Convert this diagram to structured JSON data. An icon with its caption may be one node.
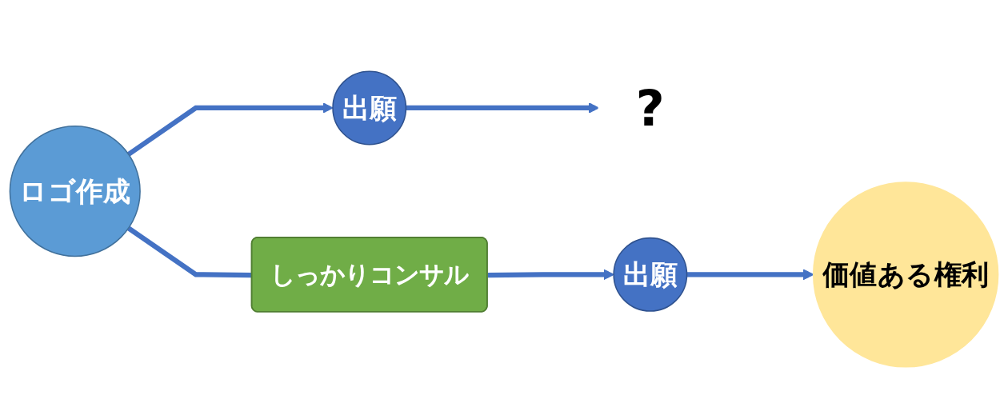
{
  "diagram": {
    "nodes": [
      {
        "text": [
          "ロゴ作成"
        ]
      },
      {
        "text": [
          "出願"
        ]
      },
      {
        "text": [
          "?"
        ]
      },
      {
        "text": [
          "しっかりコンサル"
        ]
      },
      {
        "text": [
          "出願"
        ]
      },
      {
        "text": [
          "価値ある権利"
        ]
      }
    ],
    "edges": [
      {
        "from": 0,
        "to": 1,
        "arrow": "to"
      },
      {
        "from": 1,
        "to": 2,
        "arrow": "to"
      },
      {
        "from": 0,
        "to": 3,
        "arrow": "none"
      },
      {
        "from": 3,
        "to": 4,
        "arrow": "to"
      },
      {
        "from": 4,
        "to": 5,
        "arrow": "to"
      }
    ]
  }
}
